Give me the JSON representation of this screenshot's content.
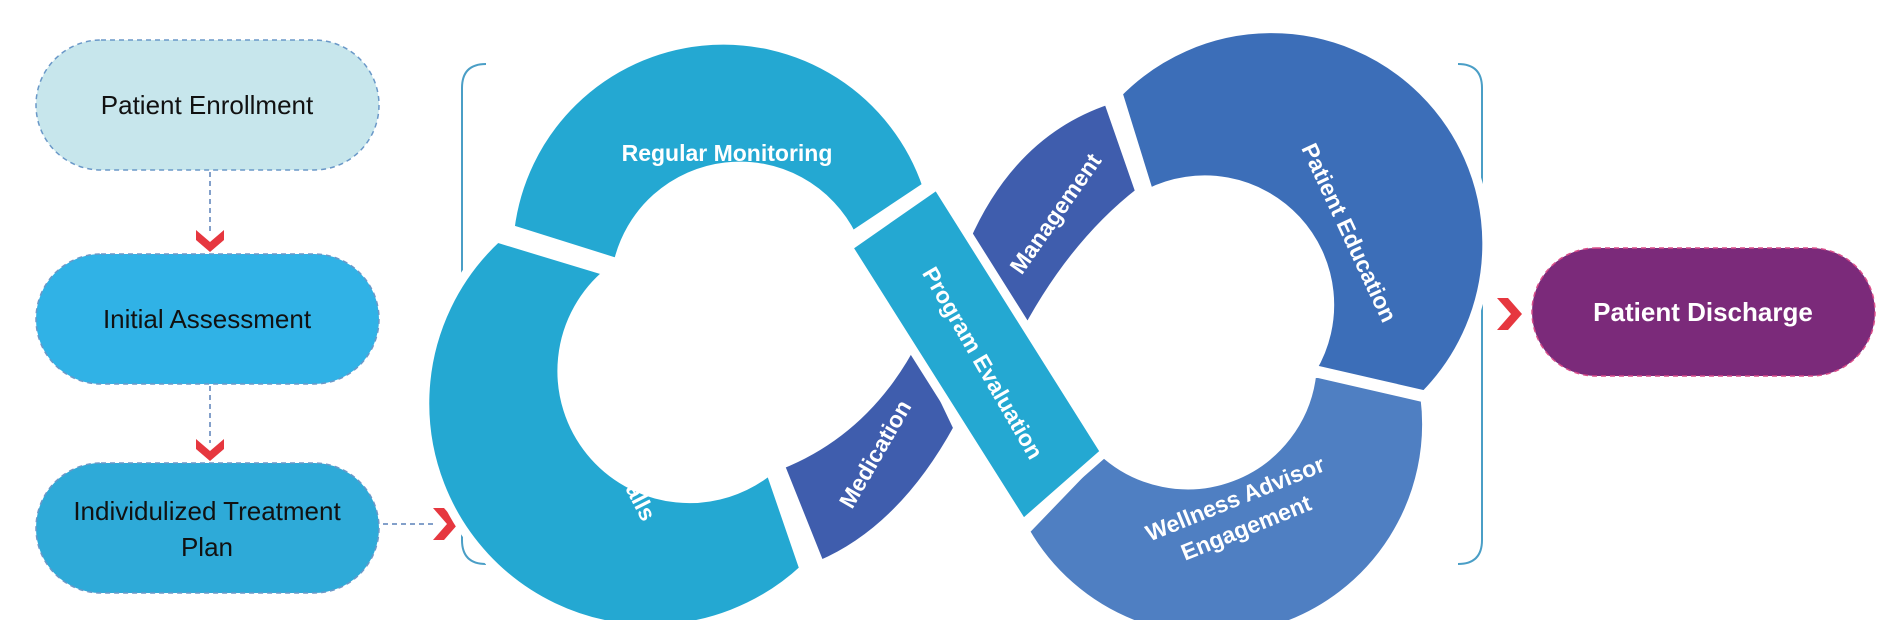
{
  "left_steps": [
    {
      "label": "Patient Enrollment",
      "color": "#c7e6ec"
    },
    {
      "label": "Initial Assessment",
      "color": "#30b2e6"
    },
    {
      "label_line1": "Individulized Treatment",
      "label_line2": "Plan",
      "color": "#2eaad8"
    }
  ],
  "cycle_segments": {
    "regular_monitoring": "Regular Monitoring",
    "follow_up_calls": "Follow-up Calls",
    "medication": "Medication",
    "program_evaluation": "Program Evaluation",
    "management": "Management",
    "patient_education": "Patient Education",
    "wellness_line1": "Wellness Advisor",
    "wellness_line2": "Engagement"
  },
  "discharge": {
    "label": "Patient Discharge",
    "color": "#7b2a7a"
  },
  "colors": {
    "teal": "#24a8d2",
    "dark_blue": "#3f5dad",
    "mid_blue": "#3c6eb8",
    "light_blue": "#4f7fc2",
    "arrow_red": "#e6373f",
    "bracket": "#4a9ec6",
    "dash": "#5a80b8"
  }
}
